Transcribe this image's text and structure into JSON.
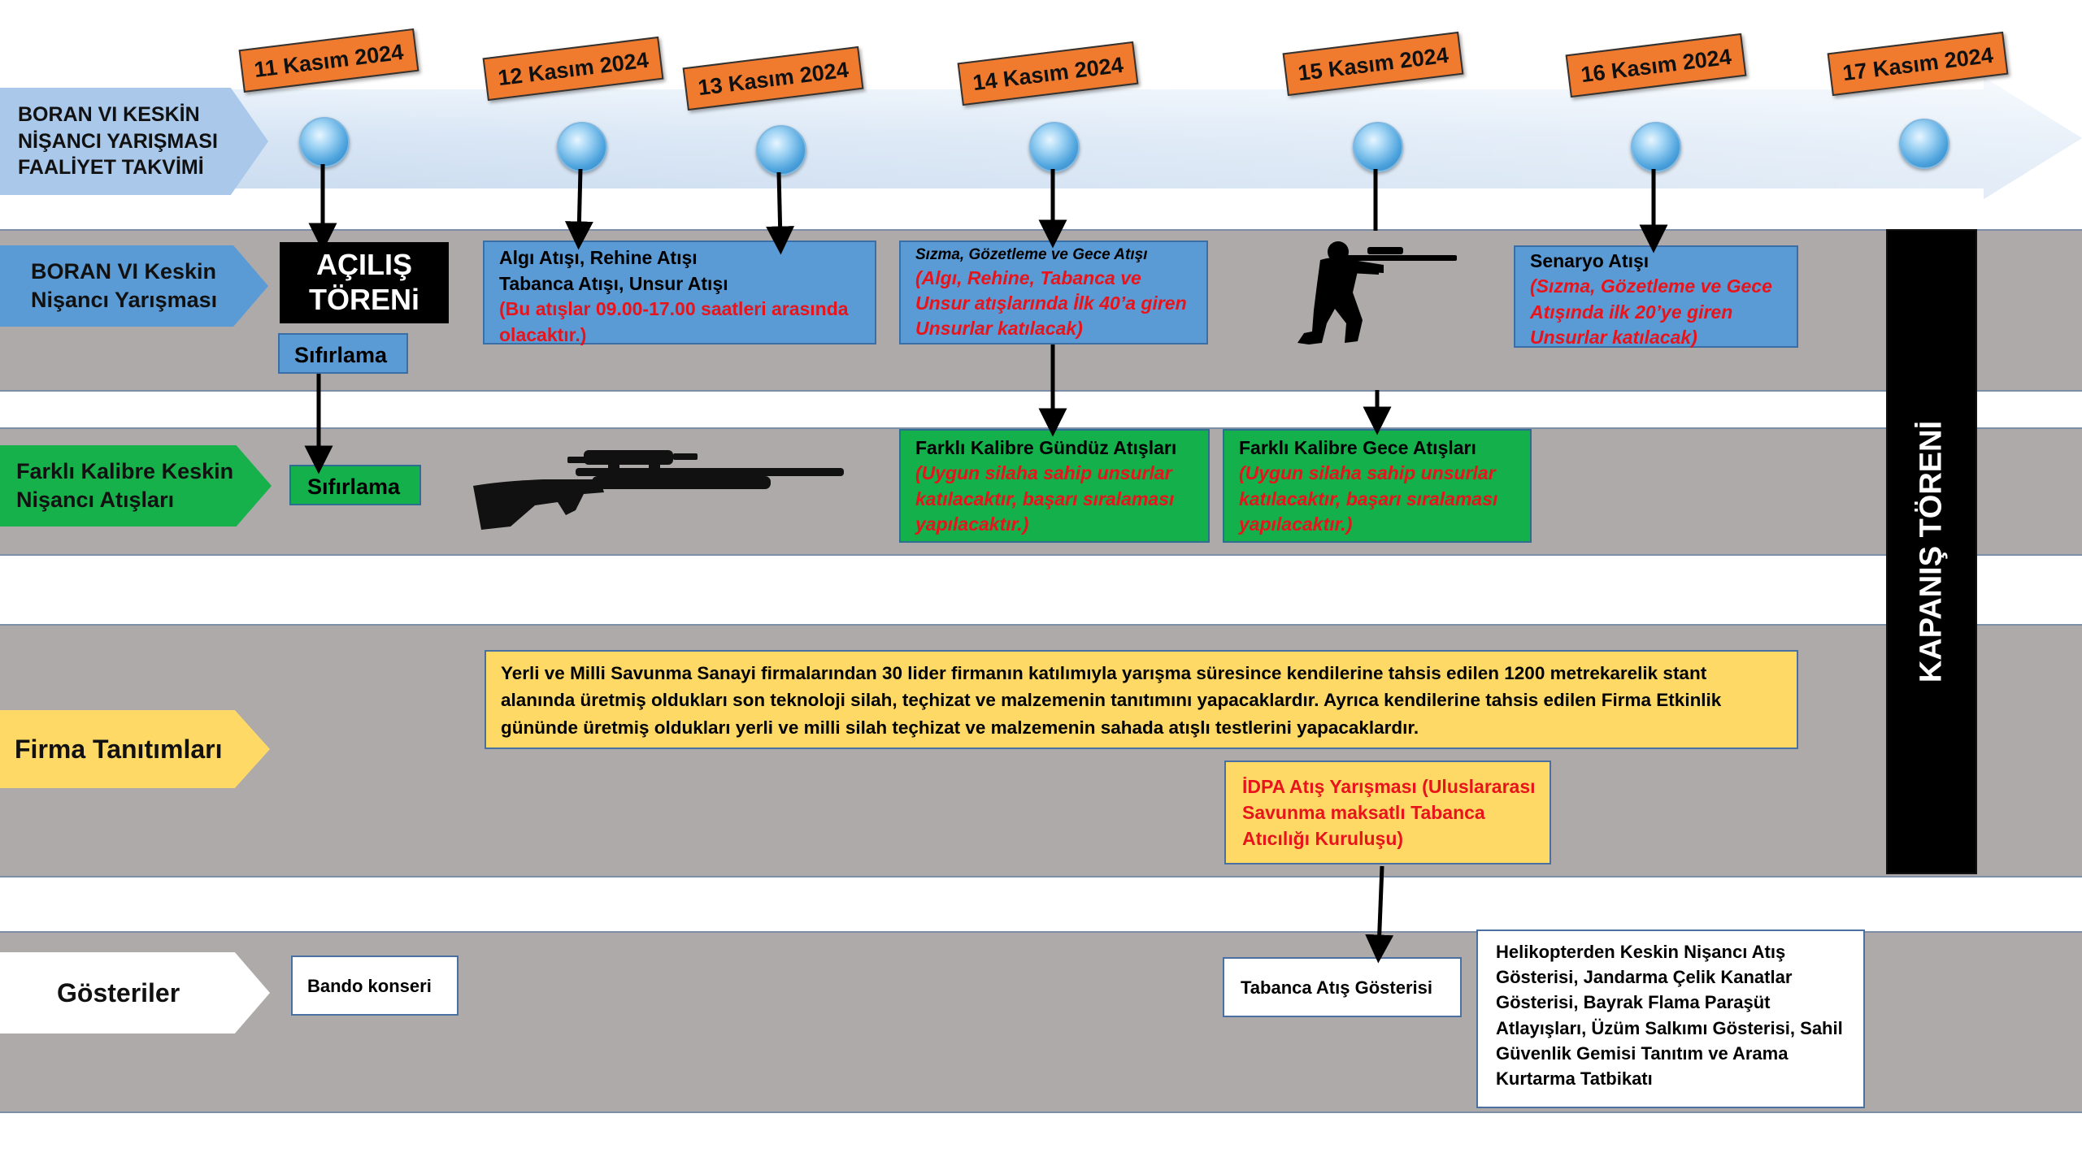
{
  "timeline": {
    "title_lines": [
      "BORAN VI KESKİN",
      "NİŞANCI YARIŞMASI",
      "FAALİYET TAKVİMİ"
    ],
    "dates": [
      "11 Kasım 2024",
      "12 Kasım 2024",
      "13 Kasım 2024",
      "14 Kasım 2024",
      "15 Kasım 2024",
      "16 Kasım 2024",
      "17 Kasım 2024"
    ]
  },
  "rows": {
    "boran": {
      "label_lines": [
        "BORAN VI Keskin",
        "Nişancı Yarışması"
      ],
      "opening": [
        "AÇILIŞ",
        "TÖRENi"
      ],
      "zeroing": "Sıfırlama",
      "day12": {
        "line1": "Algı Atışı, Rehine Atışı",
        "line2": "Tabanca Atışı, Unsur Atışı",
        "note": "(Bu atışlar 09.00-17.00 saatleri arasında olacaktır.)"
      },
      "day14": {
        "title": "Sızma, Gözetleme ve Gece Atışı",
        "note": "(Algı, Rehine, Tabanca ve Unsur atışlarında İlk 40’a giren Unsurlar katılacak)"
      },
      "day16": {
        "title": "Senaryo Atışı",
        "note": "(Sızma, Gözetleme ve Gece Atışında ilk 20’ye giren Unsurlar katılacak)"
      }
    },
    "calibre": {
      "label_lines": [
        "Farklı Kalibre Keskin",
        "Nişancı Atışları"
      ],
      "zeroing": "Sıfırlama",
      "day14": {
        "title": "Farklı Kalibre Gündüz Atışları",
        "note": "(Uygun silaha sahip unsurlar katılacaktır, başarı sıralaması yapılacaktır.)"
      },
      "day15": {
        "title": "Farklı Kalibre Gece Atışları",
        "note": "(Uygun silaha sahip unsurlar katılacaktır, başarı sıralaması yapılacaktır.)"
      }
    },
    "firma": {
      "label": "Firma Tanıtımları",
      "main_text": "Yerli ve Milli Savunma Sanayi firmalarından 30 lider firmanın katılımıyla yarışma süresince kendilerine tahsis edilen 1200 metrekarelik stant alanında üretmiş oldukları son teknoloji silah, teçhizat ve malzemenin tanıtımını yapacaklardır. Ayrıca kendilerine tahsis edilen Firma Etkinlik gününde üretmiş oldukları yerli ve milli silah teçhizat ve malzemenin sahada atışlı testlerini yapacaklardır.",
      "idpa": "İDPA Atış Yarışması (Uluslararası Savunma maksatlı Tabanca Atıcılığı Kuruluşu)"
    },
    "shows": {
      "label": "Gösteriler",
      "band": "Bando konseri",
      "pistol": "Tabanca Atış Gösterisi",
      "heli": "Helikopterden Keskin Nişancı Atış Gösterisi, Jandarma Çelik Kanatlar Gösterisi, Bayrak Flama Paraşüt Atlayışları, Üzüm Salkımı Gösterisi, Sahil Güvenlik Gemisi Tanıtım ve Arama Kurtarma Tatbikatı"
    }
  },
  "closing": "KAPANIŞ TÖRENİ",
  "colors": {
    "date_tag": "#f07b2f",
    "band": "#aeaaaa",
    "blue": "#5b9bd5",
    "green": "#13b04b",
    "yellow": "#ffd966",
    "red_note": "#e8141b"
  },
  "icons": [
    "sniper-silhouette-icon",
    "air-rifle-icon"
  ]
}
